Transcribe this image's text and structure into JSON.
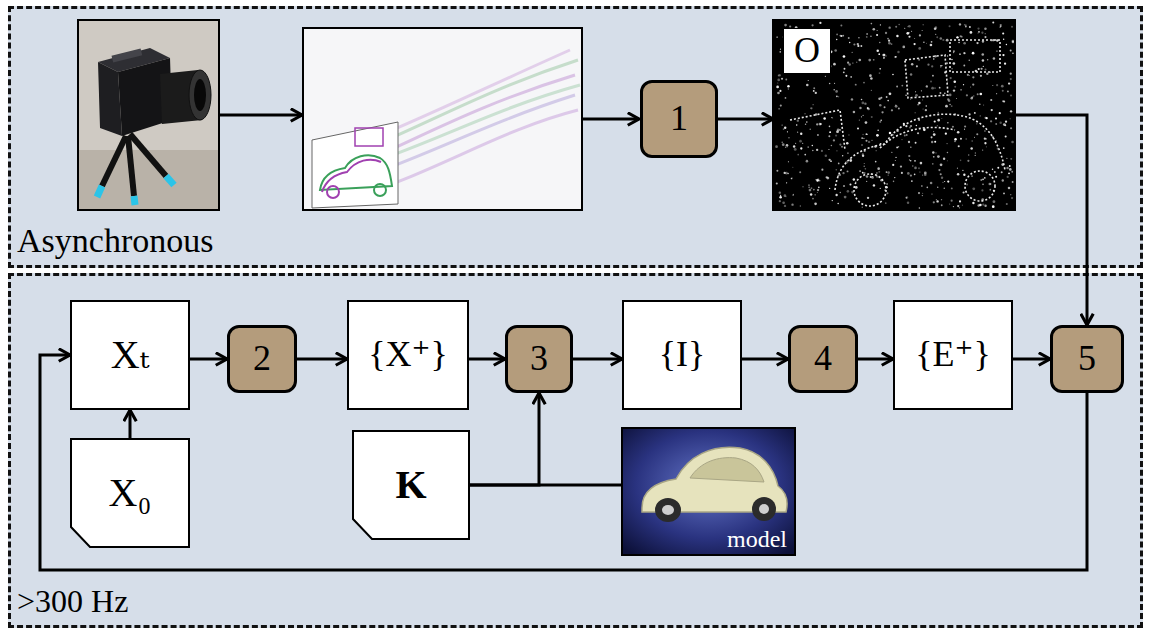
{
  "diagram": {
    "nodes": [
      {
        "text": [
          "Asynchronous"
        ]
      },
      {
        "text": [
          "1"
        ],
        "in": 0
      },
      {
        "text": [
          "O"
        ],
        "in": 0
      },
      {
        "text": [
          ">300 Hz"
        ]
      },
      {
        "text": [
          "Xₜ"
        ],
        "in": 3
      },
      {
        "text": [
          "2"
        ],
        "in": 3
      },
      {
        "text": [
          "{X⁺}"
        ],
        "in": 3
      },
      {
        "text": [
          "3"
        ],
        "in": 3
      },
      {
        "text": [
          "{I}"
        ],
        "in": 3
      },
      {
        "text": [
          "4"
        ],
        "in": 3
      },
      {
        "text": [
          "{E⁺}"
        ],
        "in": 3
      },
      {
        "text": [
          "5"
        ],
        "in": 3
      },
      {
        "text": [
          "X₀"
        ],
        "in": 3
      },
      {
        "text": [
          "K"
        ],
        "in": 3
      },
      {
        "text": [
          "model"
        ],
        "in": 3
      }
    ],
    "edges": [
      {
        "from": 1,
        "to": 2,
        "arrow": "to"
      },
      {
        "from": 2,
        "to": 11,
        "arrow": "to"
      },
      {
        "from": 12,
        "to": 4,
        "arrow": "to"
      },
      {
        "from": 4,
        "to": 5,
        "arrow": "to"
      },
      {
        "from": 5,
        "to": 6,
        "arrow": "to"
      },
      {
        "from": 6,
        "to": 7,
        "arrow": "to"
      },
      {
        "from": 7,
        "to": 8,
        "arrow": "to"
      },
      {
        "from": 8,
        "to": 9,
        "arrow": "to"
      },
      {
        "from": 9,
        "to": 10,
        "arrow": "to"
      },
      {
        "from": 10,
        "to": 11,
        "arrow": "to"
      },
      {
        "from": 13,
        "to": 7,
        "arrow": "to"
      },
      {
        "from": 13,
        "to": 14,
        "arrow": "none"
      },
      {
        "from": 11,
        "to": 4,
        "arrow": "to"
      }
    ]
  }
}
